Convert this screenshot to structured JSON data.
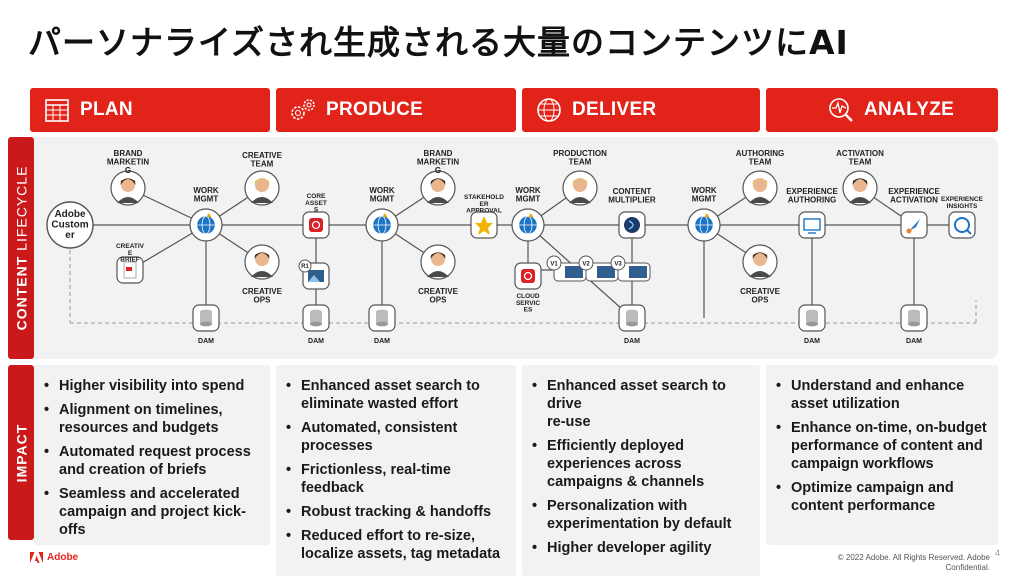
{
  "title": "パーソナライズされ生成される大量のコンテンツにAI",
  "colors": {
    "accent": "#e2231a",
    "side_bar": "#c9191b",
    "panel": "#f2f2f2",
    "line": "#555555",
    "node_blue": "#1b74c4"
  },
  "phases": [
    {
      "label": "PLAN",
      "icon": "calendar-grid-icon"
    },
    {
      "label": "PRODUCE",
      "icon": "gears-icon"
    },
    {
      "label": "DELIVER",
      "icon": "globe-icon"
    },
    {
      "label": "ANALYZE",
      "icon": "analytics-magnifier-icon"
    }
  ],
  "side_labels": {
    "lifecycle_bold": "CONTENT",
    "lifecycle_light": " LIFECYCLE",
    "impact": "IMPACT"
  },
  "diagram": {
    "customer": "Adobe\nCustom\ner",
    "person_labels": {
      "brand_marketing_1": "BRAND\nMARKETIN\nG",
      "creative_team": "CREATIVE\nTEAM",
      "creative_ops_1": "CREATIVE\nOPS",
      "brand_marketing_2": "BRAND\nMARKETIN\nG",
      "creative_ops_2": "CREATIVE\nOPS",
      "production_team": "PRODUCTION\nTEAM",
      "authoring_team": "AUTHORING\nTEAM",
      "activation_team": "ACTIVATION\nTEAM",
      "creative_ops_3": "CREATIVE\nOPS"
    },
    "node_labels": {
      "work_mgmt_1": "WORK\nMGMT",
      "creative_brief": "CREATIV\nE\nBRIEF",
      "core_assets": "CORE\nASSET\nS",
      "r1": "R1",
      "work_mgmt_2": "WORK\nMGMT",
      "stakeholder_approval": "STAKEHOLD\nER\nAPPROVAL",
      "work_mgmt_3": "WORK\nMGMT",
      "cloud_services": "CLOUD\nSERVIC\nES",
      "v1": "V1",
      "v2": "V2",
      "v3": "V3",
      "content_multiplier": "CONTENT\nMULTIPLIER",
      "work_mgmt_4": "WORK\nMGMT",
      "experience_authoring": "EXPERIENCE\nAUTHORING",
      "experience_activation": "EXPERIENCE\nACTIVATION",
      "experience_insights": "EXPERIENCE\nINSIGHTS"
    },
    "dam_label": "DAM"
  },
  "impact": [
    {
      "items": [
        "Higher visibility into spend",
        "Alignment on timelines, resources and budgets",
        "Automated request process and creation of briefs",
        "Seamless and accelerated campaign and project kick-offs"
      ]
    },
    {
      "items": [
        "Enhanced asset search to eliminate wasted effort",
        "Automated, consistent processes",
        "Frictionless, real-time feedback",
        "Robust tracking & handoffs",
        "Reduced effort to re-size, localize assets, tag metadata"
      ]
    },
    {
      "items": [
        "Enhanced asset search to drive\nre-use",
        "Efficiently deployed experiences across campaigns & channels",
        "Personalization with experimentation by default",
        "Higher developer agility"
      ]
    },
    {
      "items": [
        "Understand and enhance asset utilization",
        "Enhance on-time, on-budget performance of content and campaign workflows",
        "Optimize campaign and content performance"
      ]
    }
  ],
  "footer": {
    "logo_text": "Adobe",
    "copyright": "© 2022 Adobe. All Rights Reserved. Adobe\nConfidential.",
    "page_number": "4"
  }
}
